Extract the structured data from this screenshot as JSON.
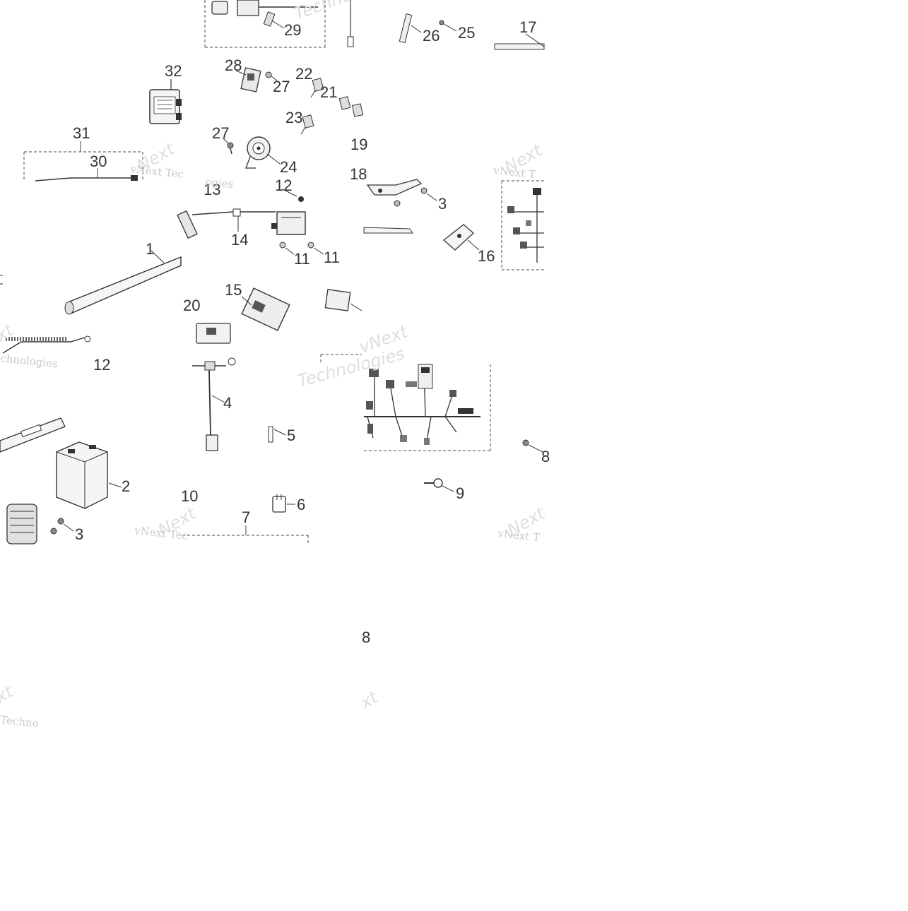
{
  "watermark": {
    "brand": "vNext Technologies",
    "short_a": "vNext",
    "short_b": "Technologies",
    "partial_a": "vNext Tec",
    "partial_b": "vNext T",
    "partial_c": "Technolog",
    "partial_d": "Techno",
    "partial_e": "chnologies",
    "partial_f": "ogies",
    "partial_g": "Techn",
    "partial_h": "Next",
    "partial_i": "xt"
  },
  "callouts": {
    "c1": "1",
    "c2": "2",
    "c3a": "3",
    "c3b": "3",
    "c4": "4",
    "c5": "5",
    "c6": "6",
    "c7": "7",
    "c8a": "8",
    "c8b": "8",
    "c9": "9",
    "c10": "10",
    "c11a": "11",
    "c11b": "11",
    "c12a": "12",
    "c12b": "12",
    "c13": "13",
    "c14": "14",
    "c15": "15",
    "c16": "16",
    "c17": "17",
    "c18": "18",
    "c19": "19",
    "c20": "20",
    "c21": "21",
    "c22": "22",
    "c23": "23",
    "c24": "24",
    "c25": "25",
    "c26": "26",
    "c27a": "27",
    "c27b": "27",
    "c28": "28",
    "c29": "29",
    "c30": "30",
    "c31": "31",
    "c32": "32"
  }
}
